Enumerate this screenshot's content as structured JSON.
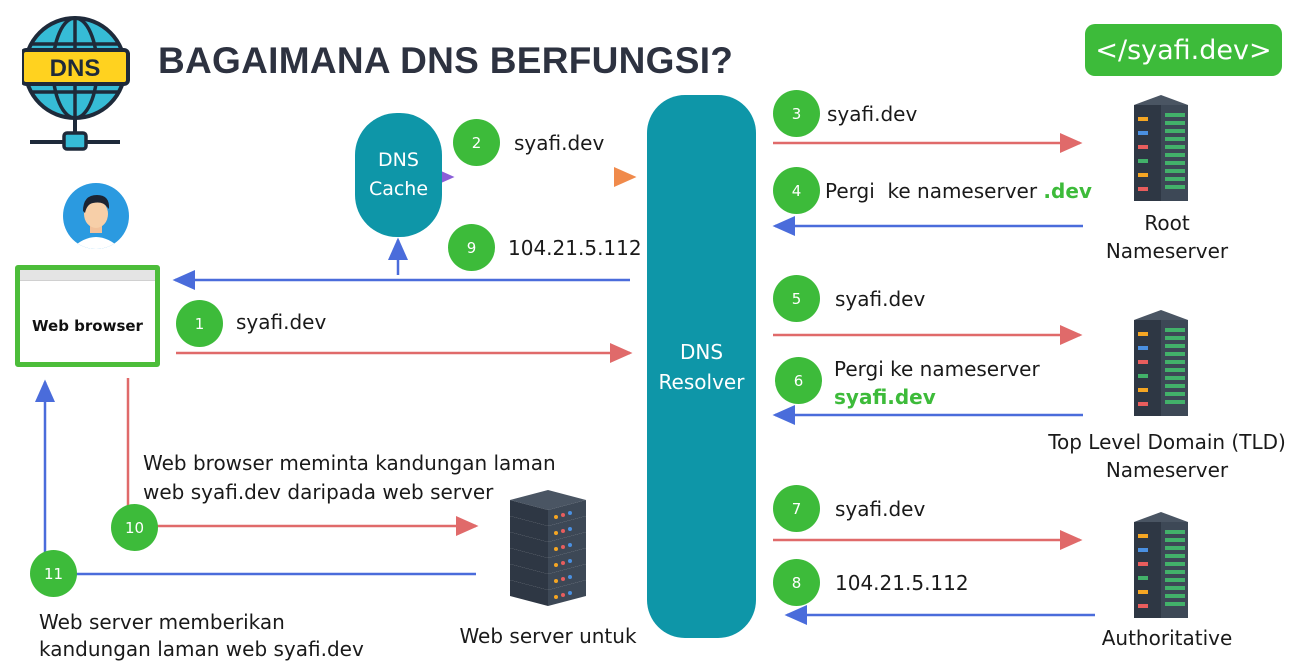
{
  "header": {
    "title": "BAGAIMANA DNS BERFUNGSI?",
    "brand": "</syafi.dev>",
    "logo_text": "DNS"
  },
  "nodes": {
    "dns_cache": [
      "DNS",
      "Cache"
    ],
    "dns_resolver": [
      "DNS",
      "Resolver"
    ],
    "web_browser": "Web browser",
    "root_ns": [
      "Root",
      "Nameserver"
    ],
    "tld_ns": [
      "Top Level Domain (TLD)",
      "Nameserver"
    ],
    "auth_ns": "Authoritative",
    "web_server": "Web server untuk"
  },
  "steps": {
    "s1": {
      "num": "1",
      "text": "syafi.dev"
    },
    "s2": {
      "num": "2",
      "text": "syafi.dev"
    },
    "s3": {
      "num": "3",
      "text": "syafi.dev"
    },
    "s4": {
      "num": "4",
      "text": "Pergi  ke nameserver ",
      "highlight": ".dev"
    },
    "s5": {
      "num": "5",
      "text": "syafi.dev"
    },
    "s6": {
      "num": "6",
      "text": "Pergi ke nameserver",
      "highlight": "syafi.dev"
    },
    "s7": {
      "num": "7",
      "text": "syafi.dev"
    },
    "s8": {
      "num": "8",
      "text": "104.21.5.112"
    },
    "s9": {
      "num": "9",
      "text": "104.21.5.112"
    },
    "s10": {
      "num": "10",
      "text": [
        "Web browser meminta kandungan laman",
        "web syafi.dev daripada web server"
      ]
    },
    "s11": {
      "num": "11",
      "text": [
        "Web server memberikan",
        "kandungan laman web syafi.dev"
      ]
    }
  },
  "colors": {
    "accent": "#3dbb3a",
    "resolver": "#0e96a8",
    "request_arrow": "#e06a6a",
    "response_arrow": "#4a6cdb",
    "cache_arrow_left": "#8a5ed8",
    "cache_arrow_right": "#f08a4b"
  },
  "icons": [
    "globe-dns-icon",
    "user-avatar-icon",
    "server-rack-icon"
  ]
}
